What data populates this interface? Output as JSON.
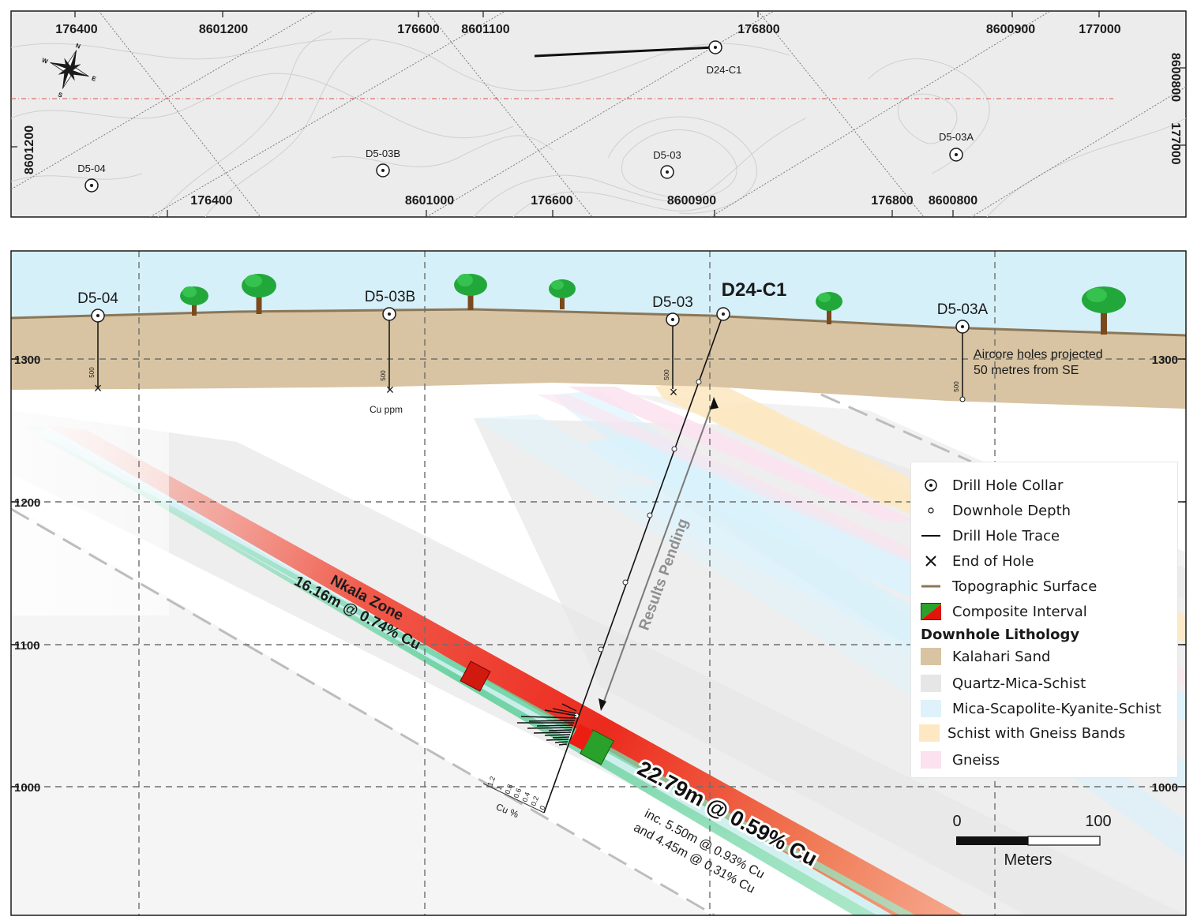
{
  "plan_map": {
    "top_labels": [
      {
        "text": "176400",
        "kind": "easting"
      },
      {
        "text": "8601200",
        "kind": "northing"
      },
      {
        "text": "176600",
        "kind": "easting"
      },
      {
        "text": "8601100",
        "kind": "northing"
      },
      {
        "text": "176800",
        "kind": "easting"
      },
      {
        "text": "8600900",
        "kind": "northing"
      },
      {
        "text": "177000",
        "kind": "easting"
      }
    ],
    "bottom_labels": [
      {
        "text": "176400"
      },
      {
        "text": "8601000"
      },
      {
        "text": "176600"
      },
      {
        "text": "8600900"
      },
      {
        "text": "176800"
      },
      {
        "text": "8600800"
      }
    ],
    "left_label": "8601200",
    "right_labels": [
      "8600800",
      "177000"
    ],
    "compass": {
      "N": "N",
      "E": "E",
      "S": "S",
      "W": "W"
    },
    "holes": [
      "D24-C1",
      "D5-04",
      "D5-03B",
      "D5-03",
      "D5-03A"
    ]
  },
  "section": {
    "elevation_left": [
      "1300",
      "1200",
      "1100",
      "1000"
    ],
    "elevation_right": [
      "1300",
      "1000"
    ],
    "holes": [
      {
        "name": "D5-04",
        "depth_tick": "500"
      },
      {
        "name": "D5-03B",
        "depth_tick": "500",
        "extra": "Cu ppm"
      },
      {
        "name": "D5-03",
        "depth_tick": "500"
      },
      {
        "name": "D24-C1"
      },
      {
        "name": "D5-03A",
        "depth_tick": "500"
      }
    ],
    "aircore_note_line1": "Aircore holes projected",
    "aircore_note_line2": "50 metres from SE",
    "results_pending": "Results Pending",
    "nkala_zone": "Nkala Zone",
    "nkala_intercept": "16.16m @ 0.74% Cu",
    "main_intercept": "22.79m @ 0.59% Cu",
    "inc_line1": "inc. 5.50m @ 0.93% Cu",
    "inc_line2": "and 4.45m @ 0.31% Cu",
    "cu_axis_label": "Cu %",
    "cu_axis_ticks": [
      "1.2",
      "1",
      "0.8",
      "0.6",
      "0.4",
      "0.2",
      "0"
    ]
  },
  "scale_bar": {
    "start": "0",
    "end": "100",
    "unit": "Meters"
  },
  "legend": {
    "items": [
      {
        "label": "Drill Hole Collar",
        "icon": "collar-icon"
      },
      {
        "label": "Downhole Depth",
        "icon": "depth-dot-icon"
      },
      {
        "label": "Drill Hole Trace",
        "icon": "trace-line-icon"
      },
      {
        "label": "End of Hole",
        "icon": "cross-icon"
      },
      {
        "label": "Topographic Surface",
        "icon": "topo-line-icon"
      },
      {
        "label": "Composite Interval",
        "icon": "composite-swatch"
      }
    ],
    "lith_heading": "Downhole Lithology",
    "lithology": [
      {
        "label": "Kalahari Sand",
        "color": "#d8c4a2"
      },
      {
        "label": "Quartz-Mica-Schist",
        "color": "#e6e6e6"
      },
      {
        "label": "Mica-Scapolite-Kyanite-Schist",
        "color": "#dff2fb"
      },
      {
        "label": "Schist with Gneiss Bands",
        "color": "#fde8c3"
      },
      {
        "label": "Gneiss",
        "color": "#fce1ee"
      }
    ]
  }
}
